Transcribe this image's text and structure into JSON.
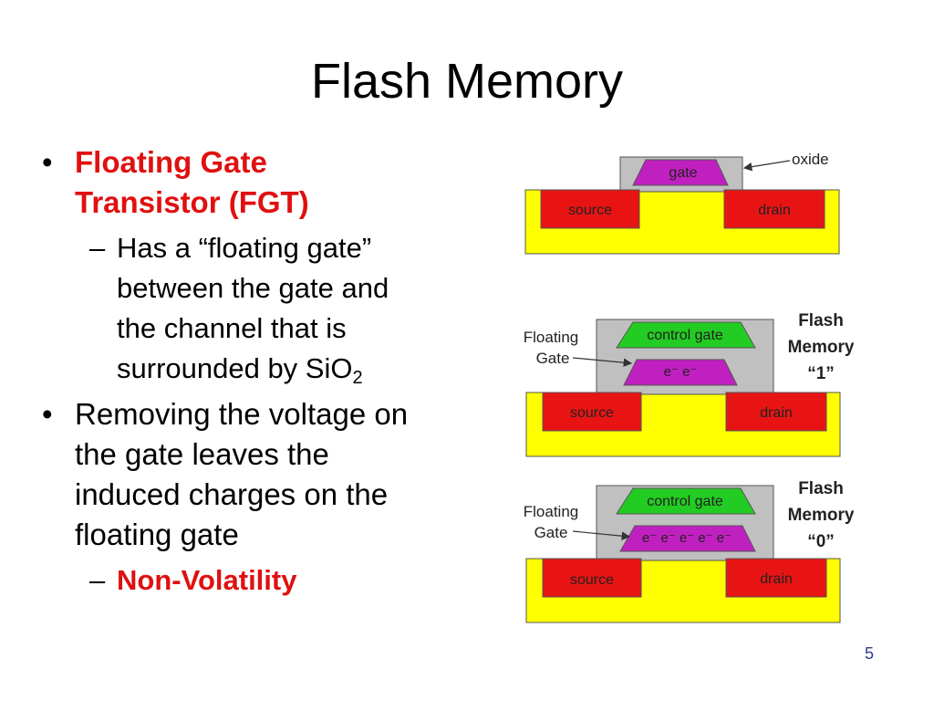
{
  "slide": {
    "title": "Flash Memory",
    "page_number": "5"
  },
  "bullets": {
    "b1_line1": "Floating Gate",
    "b1_line2": "Transistor (FGT)",
    "s1_line1": "Has a “floating gate”",
    "s1_line2": "between the gate and",
    "s1_line3": "the channel that is",
    "s1_line4": "surrounded by SiO",
    "s1_sub": "2",
    "b2_line1": "Removing the voltage on",
    "b2_line2": "the gate leaves the",
    "b2_line3": "induced charges on the",
    "b2_line4": "floating gate",
    "s2": "Non-Volatility"
  },
  "figures": {
    "top": {
      "gate": "gate",
      "oxide": "oxide",
      "source": "source",
      "drain": "drain"
    },
    "middle": {
      "floating_l1": "Floating",
      "floating_l2": "Gate",
      "control_gate": "control gate",
      "electrons": "e⁻ e⁻",
      "source": "source",
      "drain": "drain",
      "caption_l1": "Flash",
      "caption_l2": "Memory",
      "caption_l3": "“1”"
    },
    "bottom": {
      "floating_l1": "Floating",
      "floating_l2": "Gate",
      "control_gate": "control gate",
      "electrons": "e⁻ e⁻ e⁻ e⁻ e⁻",
      "source": "source",
      "drain": "drain",
      "caption_l1": "Flash",
      "caption_l2": "Memory",
      "caption_l3": "“0”"
    }
  },
  "colors": {
    "substrate": "#ffff00",
    "terminal": "#e81414",
    "oxide": "#c0c0c0",
    "gate": "#c020c0",
    "control_gate": "#22cc22",
    "emphasis": "#e01010"
  }
}
